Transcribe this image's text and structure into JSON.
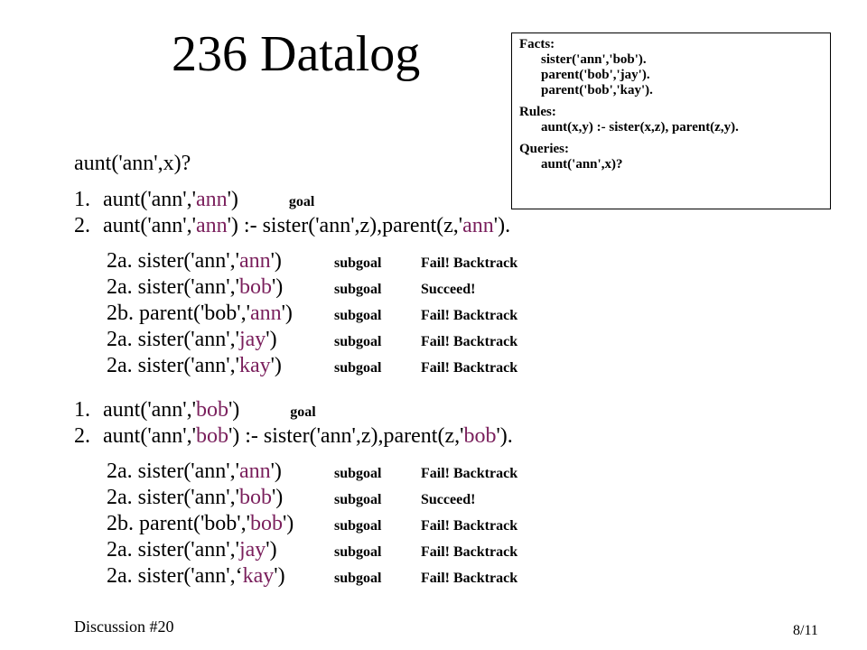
{
  "title": "236 Datalog",
  "box": {
    "facts_label": "Facts:",
    "facts": [
      "sister('ann','bob').",
      "parent('bob','jay').",
      "parent('bob','kay')."
    ],
    "rules_label": "Rules:",
    "rules": [
      "aunt(x,y) :- sister(x,z), parent(z,y)."
    ],
    "queries_label": "Queries:",
    "queries": [
      "aunt('ann',x)?"
    ]
  },
  "query": "aunt('ann',x)?",
  "blocks": [
    {
      "goal_num": "1.",
      "goal_pre": "aunt('ann','",
      "goal_arg": "ann",
      "goal_post": "')",
      "goal_tag": "goal",
      "rule_num": "2.",
      "rule_pre": "aunt('ann','",
      "rule_arg": "ann",
      "rule_mid": "') :- sister('ann',z),parent(z,'",
      "rule_arg2": "ann",
      "rule_post": "').",
      "subgoals": [
        {
          "pre": "2a. sister('ann','",
          "arg": "ann",
          "post": "')",
          "kind": "subgoal",
          "result": "Fail! Backtrack"
        },
        {
          "pre": "2a. sister('ann','",
          "arg": "bob",
          "post": "')",
          "kind": "subgoal",
          "result": "Succeed!"
        },
        {
          "pre": "2b. parent('bob','",
          "arg": "ann",
          "post": "')",
          "kind": "subgoal",
          "result": "Fail! Backtrack"
        },
        {
          "pre": "2a. sister('ann','",
          "arg": "jay",
          "post": "')",
          "kind": "subgoal",
          "result": "Fail! Backtrack"
        },
        {
          "pre": "2a. sister('ann','",
          "arg": "kay",
          "post": "')",
          "kind": "subgoal",
          "result": "Fail! Backtrack"
        }
      ]
    },
    {
      "goal_num": "1.",
      "goal_pre": "aunt('ann','",
      "goal_arg": "bob",
      "goal_post": "')",
      "goal_tag": "goal",
      "rule_num": "2.",
      "rule_pre": "aunt('ann','",
      "rule_arg": "bob",
      "rule_mid": "') :- sister('ann',z),parent(z,'",
      "rule_arg2": "bob",
      "rule_post": "').",
      "subgoals": [
        {
          "pre": "2a. sister('ann','",
          "arg": "ann",
          "post": "')",
          "kind": "subgoal",
          "result": "Fail! Backtrack"
        },
        {
          "pre": "2a. sister('ann','",
          "arg": "bob",
          "post": "')",
          "kind": "subgoal",
          "result": "Succeed!"
        },
        {
          "pre": "2b. parent('bob','",
          "arg": "bob",
          "post": "')",
          "kind": "subgoal",
          "result": "Fail! Backtrack"
        },
        {
          "pre": "2a. sister('ann','",
          "arg": "jay",
          "post": "')",
          "kind": "subgoal",
          "result": "Fail! Backtrack"
        },
        {
          "pre": "2a. sister('ann',‘",
          "arg": "kay",
          "post": "')",
          "kind": "subgoal",
          "result": "Fail! Backtrack"
        }
      ]
    }
  ],
  "footer": {
    "left": "Discussion #20",
    "right": "8/11"
  },
  "colors": {
    "highlight": "#7a1f5c"
  }
}
